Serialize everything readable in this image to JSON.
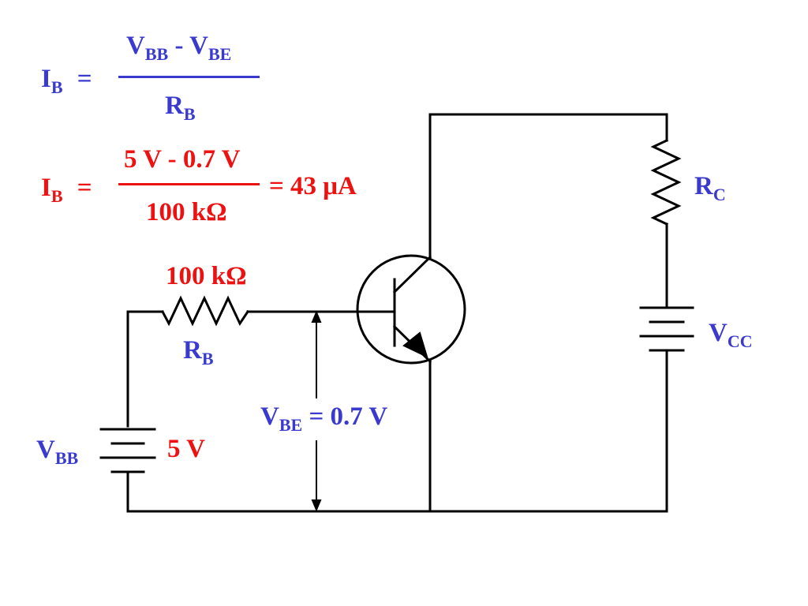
{
  "formula1": {
    "lhs_main": "I",
    "lhs_sub": "B",
    "equals": "=",
    "num_v1": "V",
    "num_v1_sub": "BB",
    "num_minus": " - ",
    "num_v2": "V",
    "num_v2_sub": "BE",
    "den_main": "R",
    "den_sub": "B",
    "color": "#3a3acf"
  },
  "formula2": {
    "lhs_main": "I",
    "lhs_sub": "B",
    "equals": "=",
    "numerator": "5 V - 0.7 V",
    "denominator": "100 kΩ",
    "result": "= 43 μA",
    "color": "#ee1111"
  },
  "labels": {
    "rb_value": "100 kΩ",
    "rb_main": "R",
    "rb_sub": "B",
    "rc_main": "R",
    "rc_sub": "C",
    "vcc_main": "V",
    "vcc_sub": "CC",
    "vbb_main": "V",
    "vbb_sub": "BB",
    "vbb_value": "5 V",
    "vbe_main": "V",
    "vbe_sub": "BE",
    "vbe_value": " = 0.7 V"
  },
  "colors": {
    "primary": "#3a3acf",
    "accent": "#ee1111",
    "wire": "#000000"
  }
}
